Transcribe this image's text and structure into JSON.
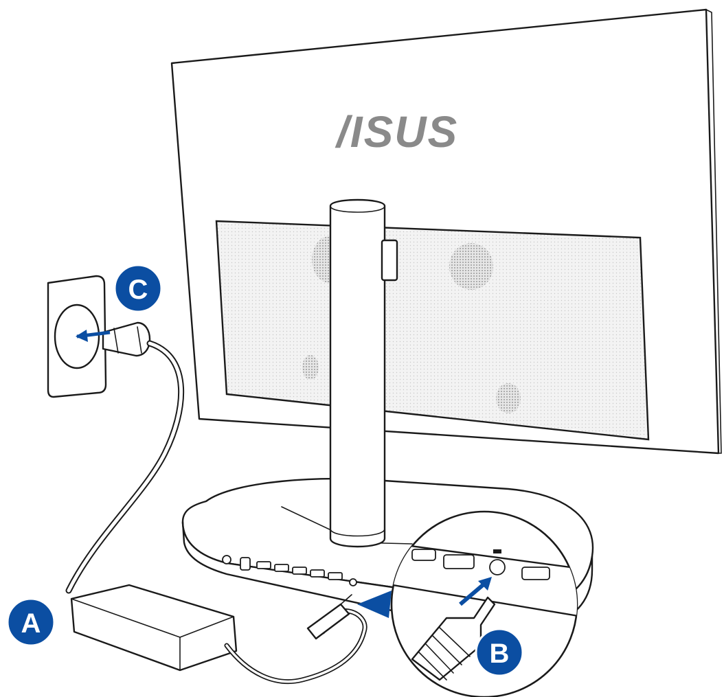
{
  "logo": {
    "text": "/ISUS",
    "color": "#8a8a8a"
  },
  "callouts": [
    {
      "id": "A",
      "label": "A",
      "target": "power-adapter"
    },
    {
      "id": "B",
      "label": "B",
      "target": "dc-in-port"
    },
    {
      "id": "C",
      "label": "C",
      "target": "wall-outlet"
    }
  ],
  "colors": {
    "badge": "#0b4ea2",
    "line": "#1a1a1a",
    "arrow": "#0b4ea2"
  }
}
